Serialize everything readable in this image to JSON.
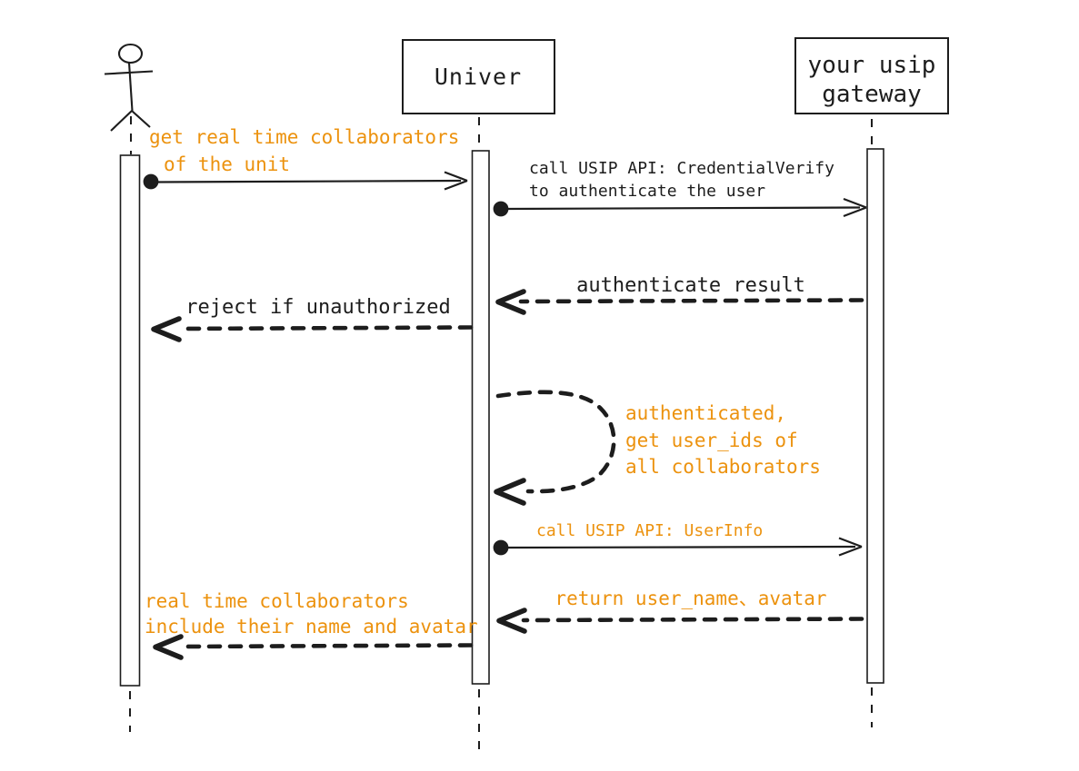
{
  "diagram": {
    "kind": "uml-sequence-diagram",
    "style": "hand-drawn",
    "colors": {
      "ink": "#1d1d1d",
      "orange": "#ec920e",
      "background": "#ffffff"
    },
    "participants": [
      {
        "id": "user",
        "kind": "stick-figure-actor",
        "label": ""
      },
      {
        "id": "univer",
        "kind": "box",
        "label": "Univer"
      },
      {
        "id": "gateway",
        "kind": "box",
        "label_line1": "your usip",
        "label_line2": "gateway"
      }
    ],
    "messages": [
      {
        "from": "user",
        "to": "univer",
        "line": "solid",
        "text_color": "orange",
        "lines": [
          "get real time collaborators",
          "of the unit"
        ]
      },
      {
        "from": "univer",
        "to": "gateway",
        "line": "solid",
        "text_color": "ink",
        "lines": [
          "call USIP API: CredentialVerify",
          "to authenticate the user"
        ]
      },
      {
        "from": "gateway",
        "to": "univer",
        "line": "dashed",
        "text_color": "ink",
        "lines": [
          "authenticate result"
        ]
      },
      {
        "from": "univer",
        "to": "user",
        "line": "dashed",
        "text_color": "ink",
        "lines": [
          "reject if unauthorized"
        ]
      },
      {
        "from": "univer",
        "to": "univer",
        "line": "dashed-self-loop",
        "text_color": "orange",
        "lines": [
          "authenticated,",
          "get user_ids of",
          "all collaborators"
        ]
      },
      {
        "from": "univer",
        "to": "gateway",
        "line": "solid",
        "text_color": "orange",
        "lines": [
          "call USIP API: UserInfo"
        ]
      },
      {
        "from": "gateway",
        "to": "univer",
        "line": "dashed",
        "text_color": "orange",
        "lines": [
          "return user_name、avatar"
        ]
      },
      {
        "from": "univer",
        "to": "user",
        "line": "dashed",
        "text_color": "orange",
        "lines": [
          "real time collaborators",
          "include their name and avatar"
        ]
      }
    ]
  }
}
